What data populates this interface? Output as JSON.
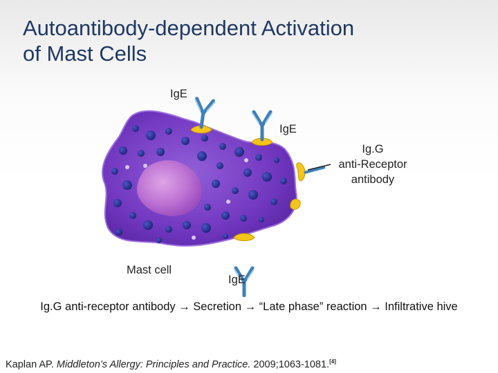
{
  "slide": {
    "title_line1": "Autoantibody-dependent Activation",
    "title_line2": "of Mast Cells"
  },
  "diagram": {
    "labels": {
      "ige_top_left": "IgE",
      "ige_top_right": "IgE",
      "igg_line1": "Ig.G",
      "igg_line2": "anti-Receptor",
      "igg_line3": "antibody",
      "mast_cell": "Mast cell",
      "ige_bottom": "IgE"
    },
    "colors": {
      "cell_body": "#7b3fc4",
      "granule": "#2a2f8f",
      "nucleus": "#c27ad6",
      "receptor": "#f2c21a",
      "antibody": "#4a90c4"
    }
  },
  "caption": "Ig.G anti-receptor antibody → Secretion → “Late phase” reaction → Infiltrative hive",
  "reference": {
    "author": "Kaplan AP.",
    "source": "Middleton’s Allergy: Principles and Practice.",
    "year_pages": "2009;1063-1081.",
    "citation_mark": "[4]"
  }
}
